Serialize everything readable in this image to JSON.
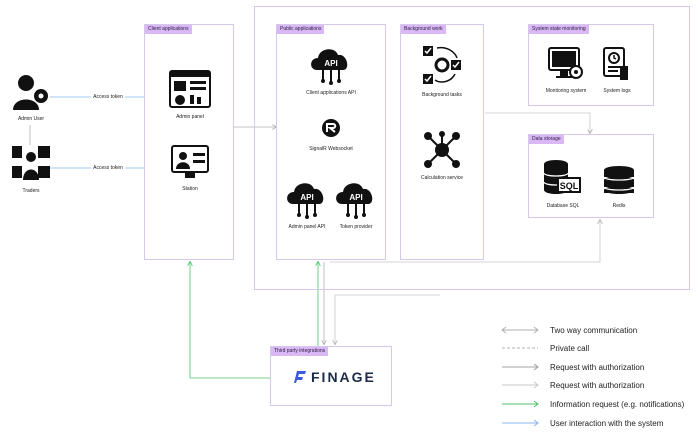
{
  "actors": [
    {
      "label": "Admin User",
      "icon": "admin-user-icon"
    },
    {
      "label": "Traders",
      "icon": "traders-icon"
    }
  ],
  "edge_labels": {
    "admin_token": "Access token",
    "traders_token": "Access token"
  },
  "groups": {
    "client_applications": {
      "title": "Client applications",
      "items": [
        {
          "label": "Admin panel",
          "icon": "dashboard-icon"
        },
        {
          "label": "Station",
          "icon": "monitor-user-icon"
        }
      ]
    },
    "public_applications": {
      "title": "Public applications",
      "items": [
        {
          "label": "Client applications API",
          "icon": "api-cloud-icon"
        },
        {
          "label": "SignalR Websocket",
          "icon": "signalr-icon"
        },
        {
          "label": "Admin panel API",
          "icon": "api-cloud-icon"
        },
        {
          "label": "Token provider",
          "icon": "api-cloud-icon"
        }
      ]
    },
    "background_work": {
      "title": "Background work",
      "items": [
        {
          "label": "Background tasks",
          "icon": "workflow-gear-icon"
        },
        {
          "label": "Calculation service",
          "icon": "network-hub-icon"
        }
      ]
    },
    "system_state_monitoring": {
      "title": "System state monitoring",
      "items": [
        {
          "label": "Monitoring system",
          "icon": "monitor-gear-icon"
        },
        {
          "label": "System logs",
          "icon": "document-clock-icon"
        }
      ]
    },
    "data_storage": {
      "title": "Data storage",
      "items": [
        {
          "label": "Database SQL",
          "icon": "database-sql-icon"
        },
        {
          "label": "Redis",
          "icon": "database-stack-icon"
        }
      ]
    },
    "third_party_integrations": {
      "title": "Third party integrations",
      "logo_text": "FINAGE"
    }
  },
  "legend": [
    {
      "label": "Two way communication",
      "style": "double-arrow",
      "color": "#b0b0b0"
    },
    {
      "label": "Private call",
      "style": "dashed",
      "color": "#b0b0b0"
    },
    {
      "label": "Request with authorization",
      "style": "arrow",
      "color": "#a0a0a0"
    },
    {
      "label": "Request with authorization",
      "style": "arrow",
      "color": "#c8c8c8"
    },
    {
      "label": "Information request (e.g. notifications)",
      "style": "arrow",
      "color": "#4cc26a"
    },
    {
      "label": "User interaction with the system",
      "style": "arrow",
      "color": "#8ab4ee"
    }
  ],
  "colors": {
    "accent_tag": "#d9b8f5",
    "box_border": "#d6c8ea",
    "green": "#4cc26a",
    "blue": "#8ab4ee",
    "gray": "#b0b0b0"
  }
}
